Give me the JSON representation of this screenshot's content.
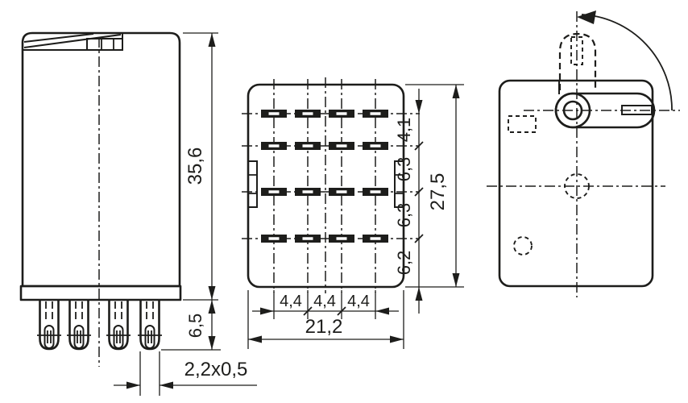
{
  "drawing": {
    "background": "#ffffff",
    "line_color": "#1d1d1b",
    "front_view": {
      "name": "front view with pins",
      "pin_count": 4,
      "dims": {
        "height": "35,6",
        "pin_length": "6,5",
        "pin_cross_section": "2,2x0,5"
      }
    },
    "bottom_view": {
      "name": "bottom view pin grid",
      "grid": {
        "columns": 4,
        "rows": 4
      },
      "dims": {
        "col_pitch": [
          "4,4",
          "4,4",
          "4,4"
        ],
        "overall_width": "21,2",
        "row_pitch": [
          "4,1",
          "6,3",
          "6,3",
          "6,2"
        ],
        "overall_height": "27,5"
      }
    },
    "side_view": {
      "name": "side view with retaining clip and rotation arc"
    }
  }
}
